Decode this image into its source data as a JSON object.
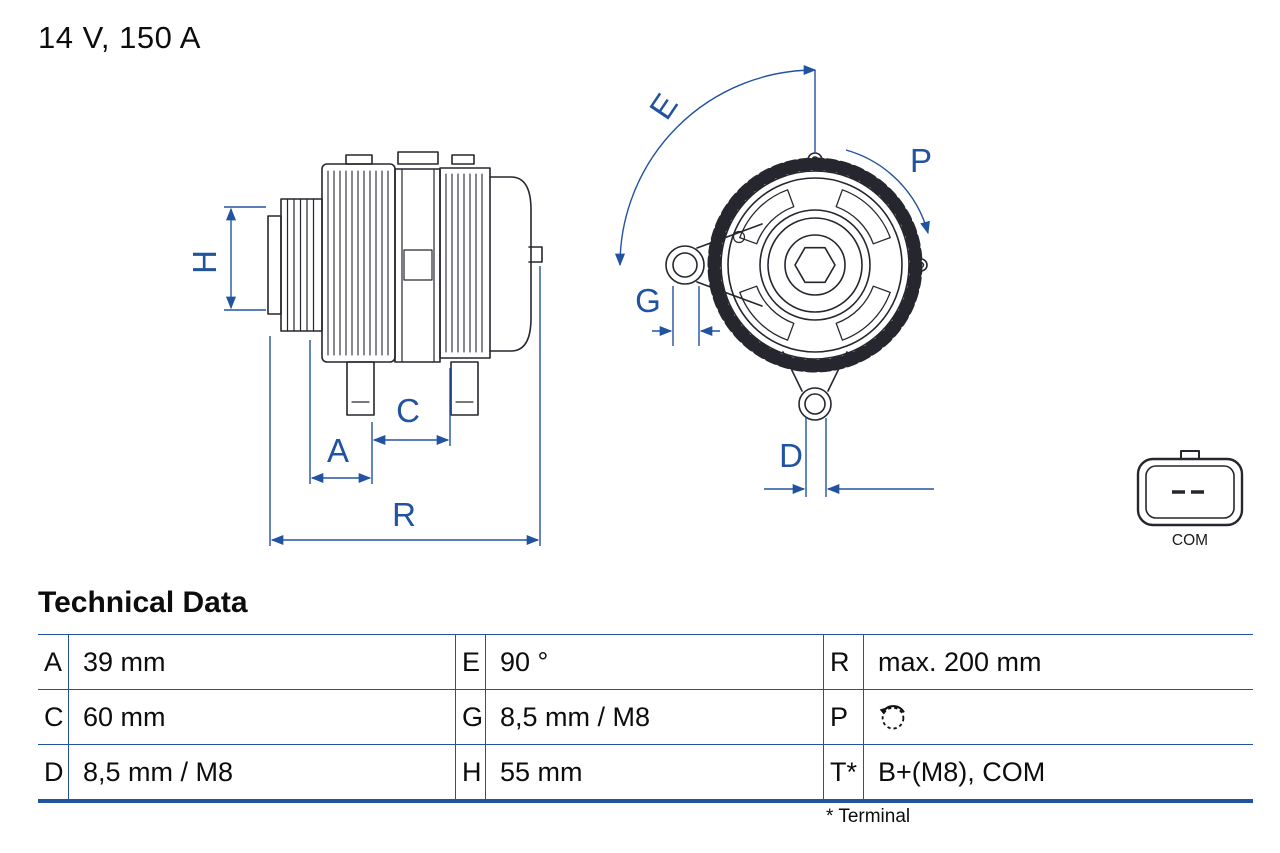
{
  "title": "14 V, 150 A",
  "section": {
    "heading": "Technical Data",
    "footnote": "* Terminal"
  },
  "diagram": {
    "labels": {
      "H": "H",
      "A": "A",
      "C": "C",
      "R": "R",
      "E": "E",
      "G": "G",
      "D": "D",
      "P": "P"
    },
    "connector_label": "COM"
  },
  "table": {
    "rows": [
      {
        "k1": "A",
        "v1": "39 mm",
        "k2": "E",
        "v2": "90 °",
        "k3": "R",
        "v3": "max. 200 mm"
      },
      {
        "k1": "C",
        "v1": "60 mm",
        "k2": "G",
        "v2": "8,5 mm / M8",
        "k3": "P",
        "v3": ""
      },
      {
        "k1": "D",
        "v1": "8,5 mm / M8",
        "k2": "H",
        "v2": "55 mm",
        "k3": "T*",
        "v3": "B+(M8), COM"
      }
    ]
  },
  "colors": {
    "accent": "#2253a0",
    "ink": "#26262e"
  }
}
